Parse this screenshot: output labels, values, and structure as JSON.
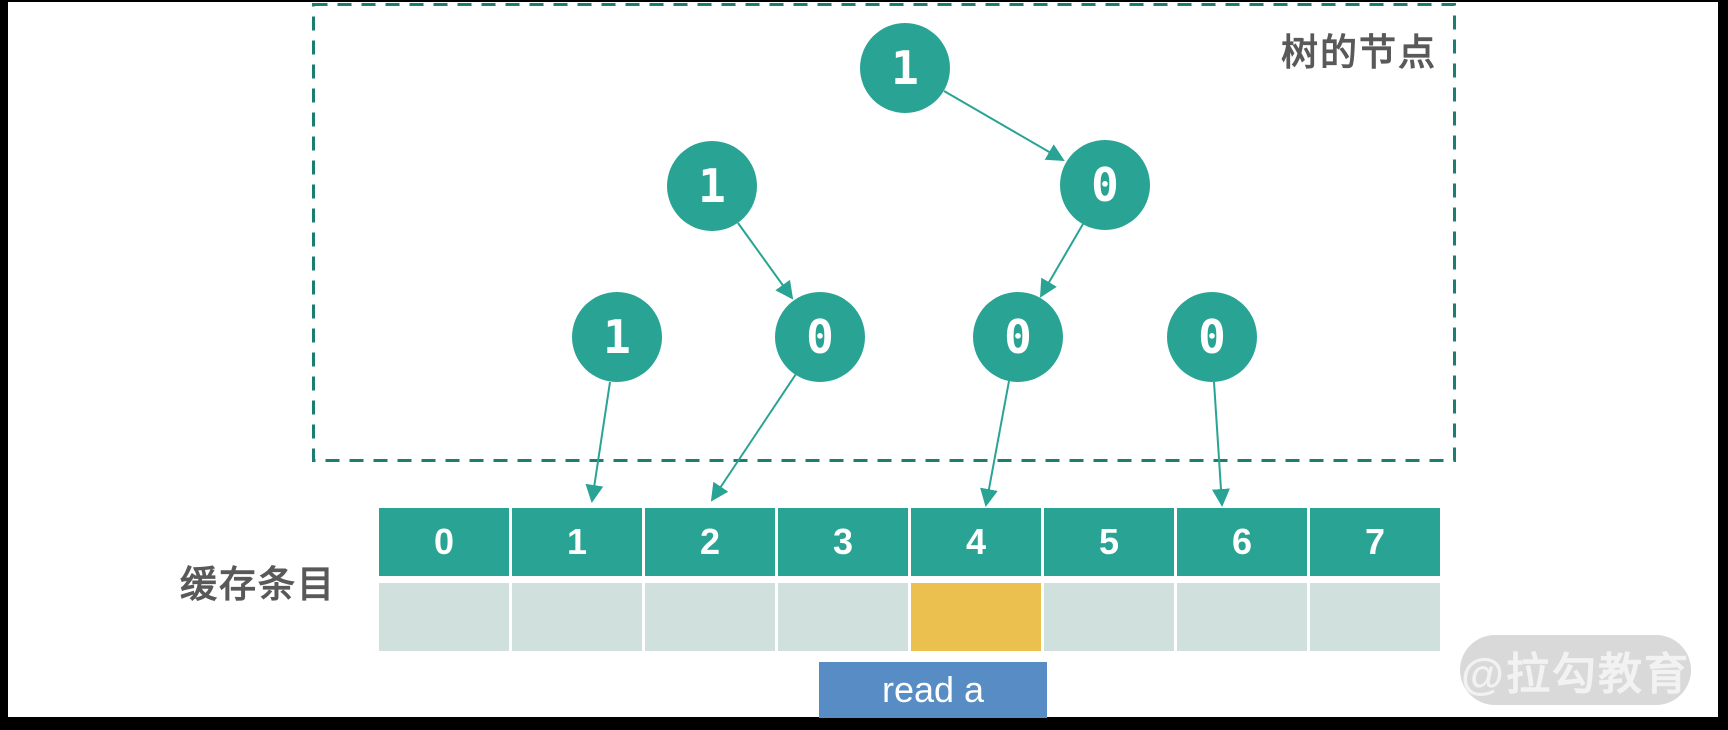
{
  "diagram": {
    "tree_box_label": "树的节点",
    "cache_label": "缓存条目",
    "action_label": "read a",
    "watermark": "@拉勾教育",
    "tree": {
      "nodes": [
        {
          "id": "root",
          "value": "1"
        },
        {
          "id": "left",
          "value": "1"
        },
        {
          "id": "right",
          "value": "0"
        },
        {
          "id": "leaf0",
          "value": "1"
        },
        {
          "id": "leaf1",
          "value": "0"
        },
        {
          "id": "leaf2",
          "value": "0"
        },
        {
          "id": "leaf3",
          "value": "0"
        }
      ],
      "edges": [
        {
          "from": "root",
          "to": "right"
        },
        {
          "from": "left",
          "to": "leaf1"
        },
        {
          "from": "right",
          "to": "leaf2"
        }
      ],
      "cache_pointers": [
        {
          "from": "leaf0",
          "to_cell": "1"
        },
        {
          "from": "leaf1",
          "to_cell": "2"
        },
        {
          "from": "leaf2",
          "to_cell": "4"
        },
        {
          "from": "leaf3",
          "to_cell": "6"
        }
      ]
    },
    "cache": {
      "index_labels": [
        "0",
        "1",
        "2",
        "3",
        "4",
        "5",
        "6",
        "7"
      ],
      "highlighted_cell": "4"
    },
    "colors": {
      "teal": "#29a394",
      "teal_dark": "#1b7e71",
      "cell_light": "#d0e1dd",
      "highlight_yellow": "#ecc04e",
      "action_blue": "#578dc4",
      "label_gray": "#595959",
      "watermark_bg": "#d9d9d9",
      "watermark_text": "#f2f2f2"
    }
  }
}
